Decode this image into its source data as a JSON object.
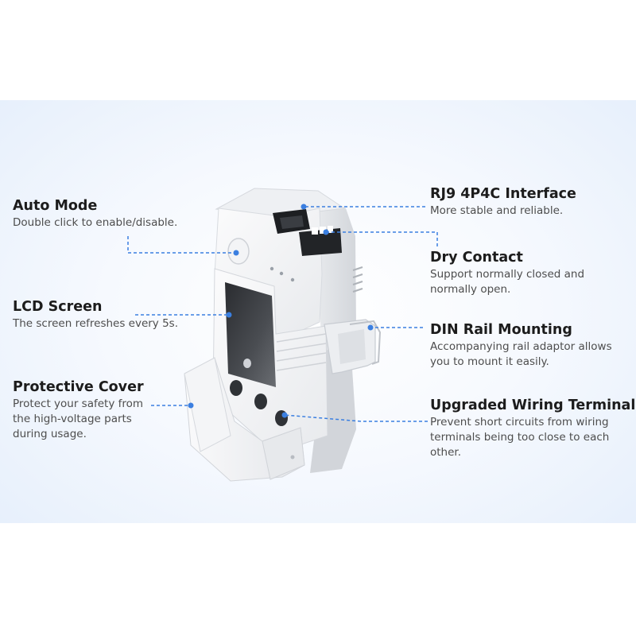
{
  "callouts_left": [
    {
      "title": "Auto Mode",
      "desc": [
        "Double click to enable/disable."
      ]
    },
    {
      "title": "LCD Screen",
      "desc": [
        "The screen refreshes every 5s."
      ]
    },
    {
      "title": "Protective Cover",
      "desc": [
        "Protect your safety from",
        "the high-voltage parts",
        "during usage."
      ]
    }
  ],
  "callouts_right": [
    {
      "title": "RJ9 4P4C Interface",
      "desc": [
        "More stable and reliable."
      ]
    },
    {
      "title": "Dry Contact",
      "desc": [
        "Support normally closed and",
        "normally open."
      ]
    },
    {
      "title": "DIN Rail Mounting",
      "desc": [
        "Accompanying rail adaptor allows",
        "you to mount it easily."
      ]
    },
    {
      "title": "Upgraded Wiring Terminal",
      "desc": [
        "Prevent short circuits from wiring",
        "terminals being too close to each",
        "other."
      ]
    }
  ],
  "colors": {
    "leader_line": "#3b7fe0",
    "band_edge": "#e4eefb",
    "title": "#1c1c1c",
    "desc": "#4d4d4d"
  }
}
